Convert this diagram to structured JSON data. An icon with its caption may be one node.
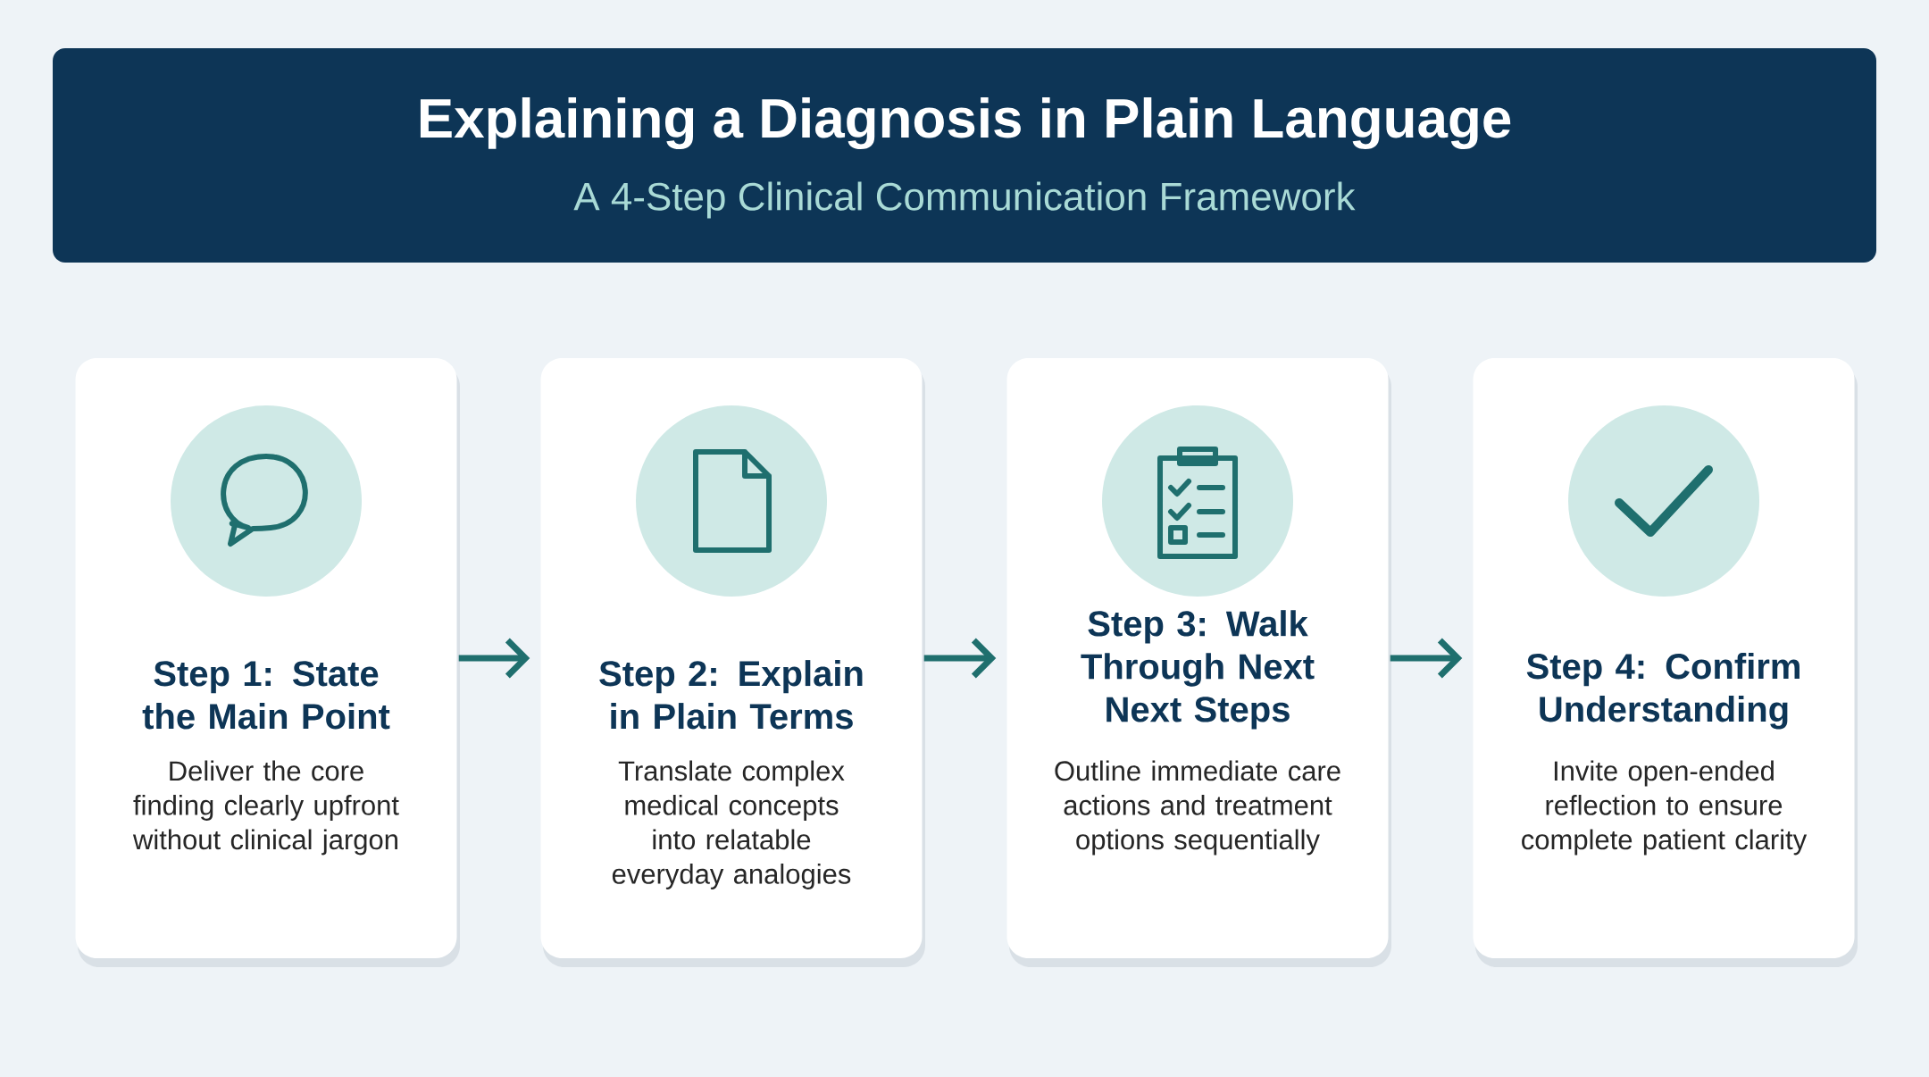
{
  "diagram": {
    "nodes": [
      {
        "text": [
          "Explaining a Diagnosis in Plain Language",
          "A 4-Step Clinical Communication Framework"
        ]
      },
      {
        "text": [
          "Step 1: State the Main Point",
          "Deliver the core finding clearly upfront without clinical jargon"
        ]
      },
      {
        "text": [
          "Step 2: Explain in Plain Terms",
          "Translate complex medical concepts into relatable everyday analogies"
        ]
      },
      {
        "text": [
          "Step 3: Walk Through Next Next Steps",
          "Outline immediate care actions and treatment options sequentially"
        ]
      },
      {
        "text": [
          "Step 4: Confirm Understanding",
          "Invite open-ended reflection to ensure complete patient clarity"
        ]
      }
    ],
    "edges": [
      {
        "from": 1,
        "to": 2,
        "arrow": "to"
      },
      {
        "from": 2,
        "to": 3,
        "arrow": "to"
      },
      {
        "from": 3,
        "to": 4,
        "arrow": "to"
      }
    ]
  }
}
